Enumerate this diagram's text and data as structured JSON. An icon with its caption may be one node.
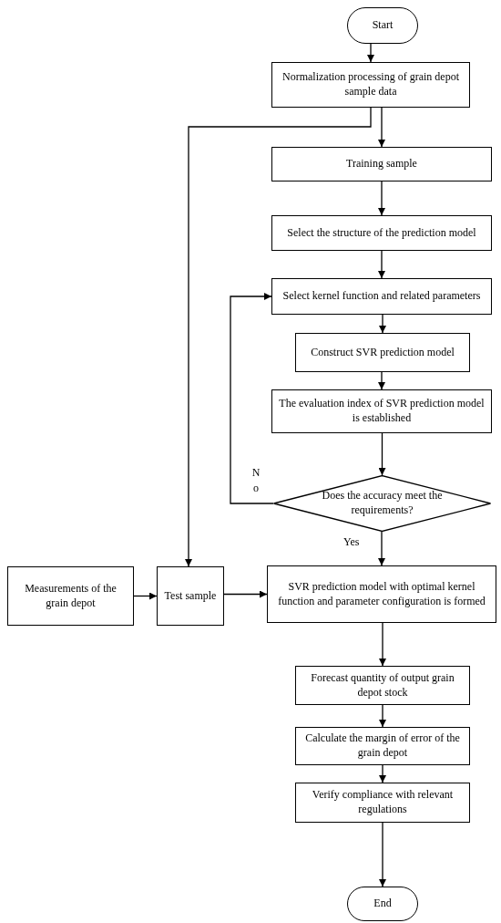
{
  "diagram": {
    "nodes": [
      {
        "text": [
          "Start"
        ]
      },
      {
        "text": [
          "Normalization processing of grain depot sample data"
        ]
      },
      {
        "text": [
          "Training sample"
        ]
      },
      {
        "text": [
          "Select the structure of the prediction model"
        ]
      },
      {
        "text": [
          "Select kernel function and related parameters"
        ]
      },
      {
        "text": [
          "Construct SVR prediction model"
        ]
      },
      {
        "text": [
          "The evaluation index of SVR prediction model is established"
        ]
      },
      {
        "text": [
          "Does the accuracy meet the requirements?"
        ]
      },
      {
        "text": [
          "Measurements of the grain depot"
        ]
      },
      {
        "text": [
          "Test sample"
        ]
      },
      {
        "text": [
          "SVR prediction model with optimal kernel function and parameter configuration is formed"
        ]
      },
      {
        "text": [
          "Forecast quantity of output grain depot stock"
        ]
      },
      {
        "text": [
          "Calculate the margin of error of the grain depot"
        ]
      },
      {
        "text": [
          "Verify compliance with relevant regulations"
        ]
      },
      {
        "text": [
          "End"
        ]
      }
    ],
    "edges": [
      {
        "from": 0,
        "to": 1,
        "arrow": "to"
      },
      {
        "from": 1,
        "to": 2,
        "arrow": "to"
      },
      {
        "from": 1,
        "to": 9,
        "arrow": "to"
      },
      {
        "from": 2,
        "to": 3,
        "arrow": "to"
      },
      {
        "from": 3,
        "to": 4,
        "arrow": "to"
      },
      {
        "from": 4,
        "to": 5,
        "arrow": "to"
      },
      {
        "from": 5,
        "to": 6,
        "arrow": "to"
      },
      {
        "from": 6,
        "to": 7,
        "arrow": "to"
      },
      {
        "from": 7,
        "to": 4,
        "arrow": "to",
        "label": "No"
      },
      {
        "from": 7,
        "to": 10,
        "arrow": "to",
        "label": "Yes"
      },
      {
        "from": 8,
        "to": 9,
        "arrow": "to"
      },
      {
        "from": 9,
        "to": 10,
        "arrow": "to"
      },
      {
        "from": 10,
        "to": 11,
        "arrow": "to"
      },
      {
        "from": 11,
        "to": 12,
        "arrow": "to"
      },
      {
        "from": 12,
        "to": 13,
        "arrow": "to"
      },
      {
        "from": 13,
        "to": 14,
        "arrow": "to"
      }
    ]
  }
}
